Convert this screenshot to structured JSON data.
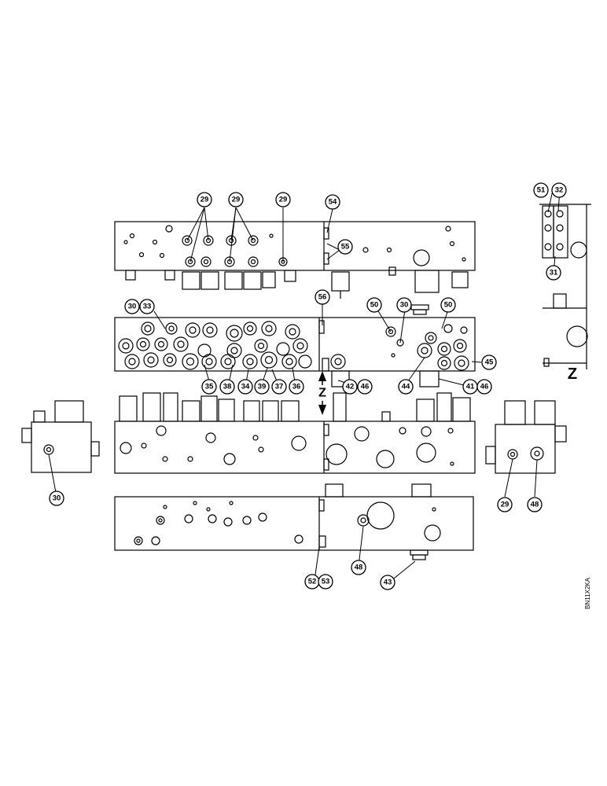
{
  "drawing": {
    "view_label": "Z",
    "drawing_code": "BN11X2KA",
    "callouts": [
      "29",
      "29",
      "29",
      "54",
      "55",
      "30",
      "33",
      "56",
      "50",
      "30",
      "50",
      "45",
      "35",
      "38",
      "34",
      "39",
      "37",
      "36",
      "42",
      "46",
      "44",
      "41",
      "46",
      "51",
      "32",
      "31",
      "30",
      "29",
      "48",
      "48",
      "43",
      "52",
      "53"
    ]
  }
}
